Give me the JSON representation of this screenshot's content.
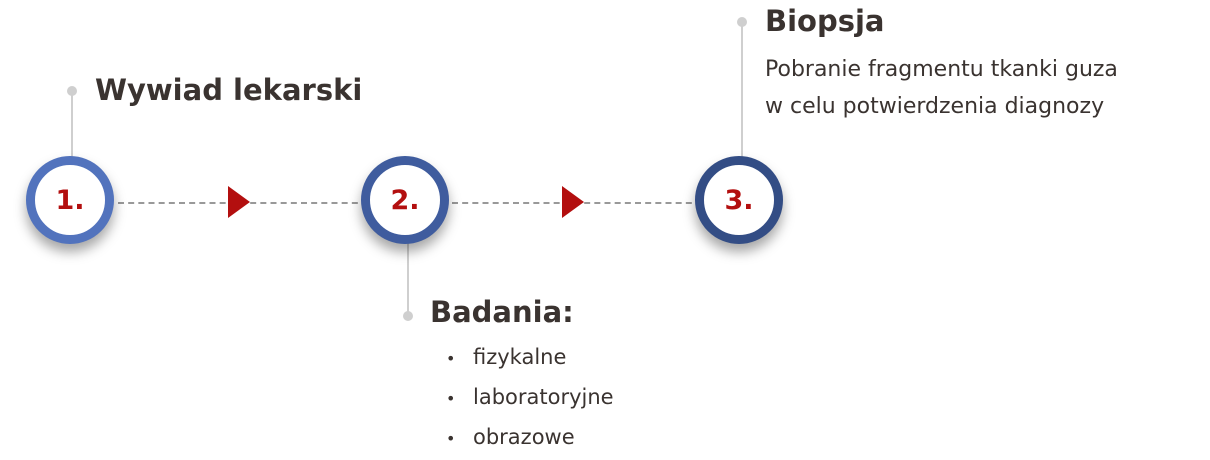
{
  "steps": [
    {
      "number": "1.",
      "title": "Wywiad lekarski",
      "ring_color": "#5273bd"
    },
    {
      "number": "2.",
      "title": "Badania:",
      "items": [
        "fizykalne",
        "laboratoryjne",
        "obrazowe"
      ],
      "ring_color": "#3f5c9e"
    },
    {
      "number": "3.",
      "title": "Biopsja",
      "description": [
        "Pobranie fragmentu tkanki guza",
        "w celu potwierdzenia diagnozy"
      ],
      "ring_color": "#334d85"
    }
  ],
  "colors": {
    "number": "#b30f0f",
    "arrow": "#b30f0f",
    "text": "#3a3330",
    "connector": "#cfcfcf"
  }
}
